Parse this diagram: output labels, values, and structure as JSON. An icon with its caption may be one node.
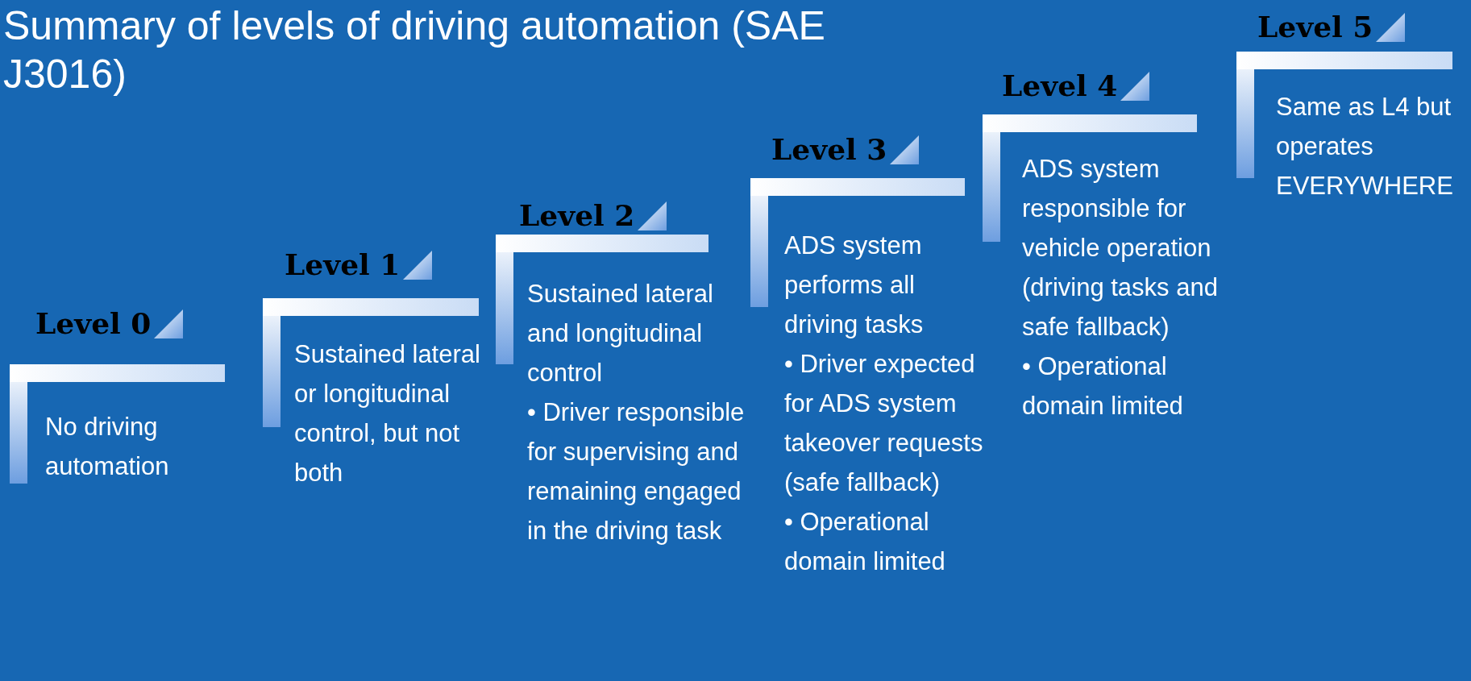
{
  "diagram": {
    "title": "Summary of levels of driving automation (SAE J3016)",
    "nodes": [
      {
        "text": [
          "Level 0",
          "No driving automation"
        ]
      },
      {
        "text": [
          "Level 1",
          "Sustained lateral or longitudinal control, but not both"
        ]
      },
      {
        "text": [
          "Level 2",
          "Sustained lateral and longitudinal control",
          "• Driver responsible for supervising and remaining engaged in the driving task"
        ]
      },
      {
        "text": [
          "Level 3",
          "ADS system performs all driving tasks",
          "• Driver expected for ADS system takeover requests (safe fallback)",
          "• Operational domain limited"
        ]
      },
      {
        "text": [
          "Level 4",
          "ADS system responsible for vehicle operation (driving tasks and safe fallback)",
          "• Operational domain limited"
        ]
      },
      {
        "text": [
          "Level 5",
          "Same as L4 but operates EVERYWHERE"
        ]
      }
    ]
  }
}
